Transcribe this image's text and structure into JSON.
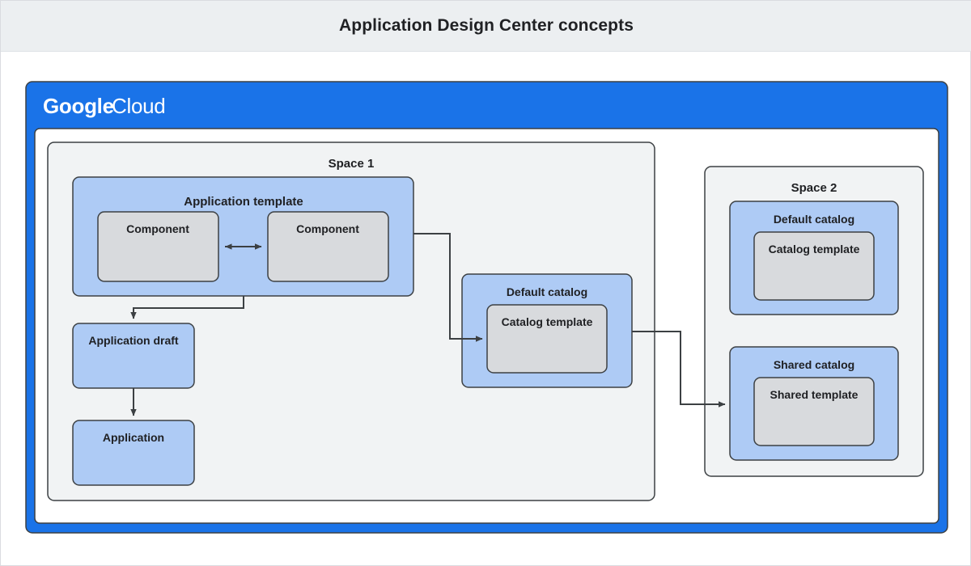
{
  "header": {
    "title": "Application Design Center concepts"
  },
  "colors": {
    "header_bg": "#eceff1",
    "cloud_blue": "#1a73e8",
    "node_blue": "#aecbf5",
    "node_gray": "#d8dadd",
    "container_gray": "#f1f3f4",
    "stroke": "#3c4043",
    "text": "#202124",
    "page_bg": "#ffffff"
  },
  "cloud": {
    "logo_primary": "Google",
    "logo_secondary": "Cloud"
  },
  "spaces": [
    {
      "id": "space-1",
      "label": "Space 1",
      "nodes": [
        {
          "id": "application-template",
          "label": "Application template",
          "children": [
            {
              "id": "component-left",
              "label": "Component"
            },
            {
              "id": "component-right",
              "label": "Component"
            }
          ]
        },
        {
          "id": "application-draft",
          "label": "Application draft"
        },
        {
          "id": "application",
          "label": "Application"
        },
        {
          "id": "default-catalog-space-1",
          "label": "Default catalog",
          "children": [
            {
              "id": "catalog-template-space-1",
              "label": "Catalog template"
            }
          ]
        }
      ]
    },
    {
      "id": "space-2",
      "label": "Space 2",
      "nodes": [
        {
          "id": "default-catalog-space-2",
          "label": "Default catalog",
          "children": [
            {
              "id": "catalog-template-space-2",
              "label": "Catalog template"
            }
          ]
        },
        {
          "id": "shared-catalog-space-2",
          "label": "Shared catalog",
          "children": [
            {
              "id": "shared-template-space-2",
              "label": "Shared template"
            }
          ]
        }
      ]
    }
  ],
  "connections": [
    {
      "id": "component-to-component",
      "from": "component-left",
      "to": "component-right",
      "type": "bidirectional"
    },
    {
      "id": "application-template-to-application-draft",
      "from": "application-template",
      "to": "application-draft",
      "type": "directional"
    },
    {
      "id": "application-draft-to-application",
      "from": "application-draft",
      "to": "application",
      "type": "directional"
    },
    {
      "id": "application-template-to-catalog-template",
      "from": "application-template",
      "to": "catalog-template-space-1",
      "type": "directional"
    },
    {
      "id": "default-catalog-to-shared-catalog",
      "from": "default-catalog-space-1",
      "to": "shared-catalog-space-2",
      "type": "directional"
    }
  ]
}
